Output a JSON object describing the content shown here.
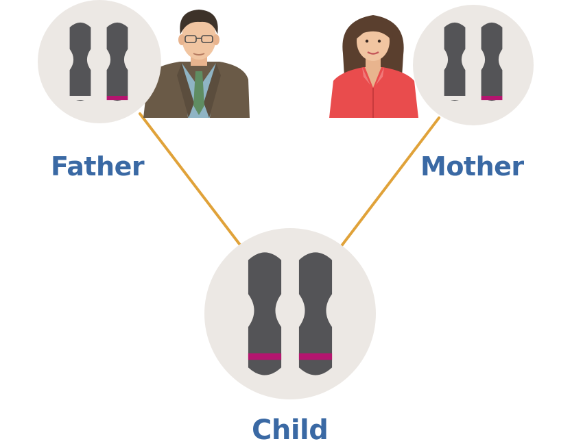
{
  "labels": {
    "father": "Father",
    "mother": "Mother",
    "child": "Child"
  },
  "colors": {
    "label_text": "#3a69a4",
    "connector": "#e0a239",
    "circle_bg": "#ece8e4",
    "chromosome": "#545457",
    "band_highlight": "#b4156f",
    "band_plain": "#ece8e4"
  },
  "icons": {
    "father_avatar": "man-in-suit-icon",
    "mother_avatar": "woman-in-red-shirt-icon",
    "chromosome": "chromosome-icon"
  },
  "nodes": [
    {
      "id": "father",
      "chromosome_bands": [
        "plain",
        "highlight"
      ]
    },
    {
      "id": "mother",
      "chromosome_bands": [
        "plain",
        "highlight"
      ]
    },
    {
      "id": "child",
      "chromosome_bands": [
        "highlight",
        "highlight"
      ]
    }
  ],
  "edges": [
    {
      "from": "father",
      "to": "child"
    },
    {
      "from": "mother",
      "to": "child"
    }
  ]
}
